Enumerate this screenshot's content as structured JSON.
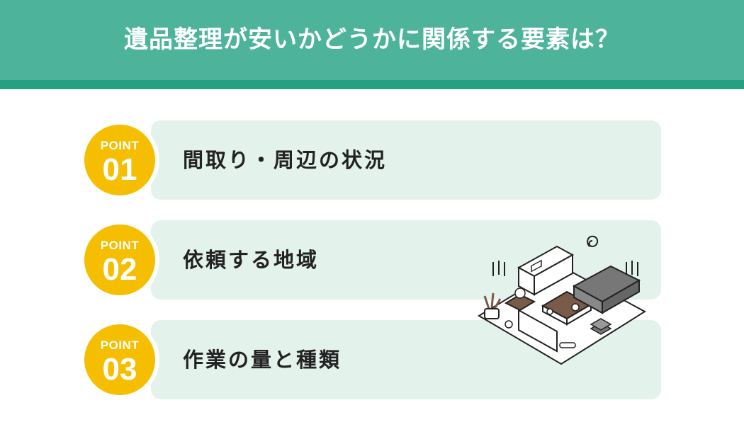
{
  "header": {
    "title": "遺品整理が安いかどうかに関係する要素は？"
  },
  "points": [
    {
      "label": "POINT",
      "number": "01",
      "text": "間取り・周辺の状況"
    },
    {
      "label": "POINT",
      "number": "02",
      "text": "依頼する地域"
    },
    {
      "label": "POINT",
      "number": "03",
      "text": "作業の量と種類"
    }
  ],
  "colors": {
    "header": "#4db39b",
    "header_stripe": "#27a07f",
    "badge": "#f6be00",
    "card": "#e4f2ec"
  },
  "illustration": {
    "icon": "cluttered-room-illustration-icon"
  }
}
